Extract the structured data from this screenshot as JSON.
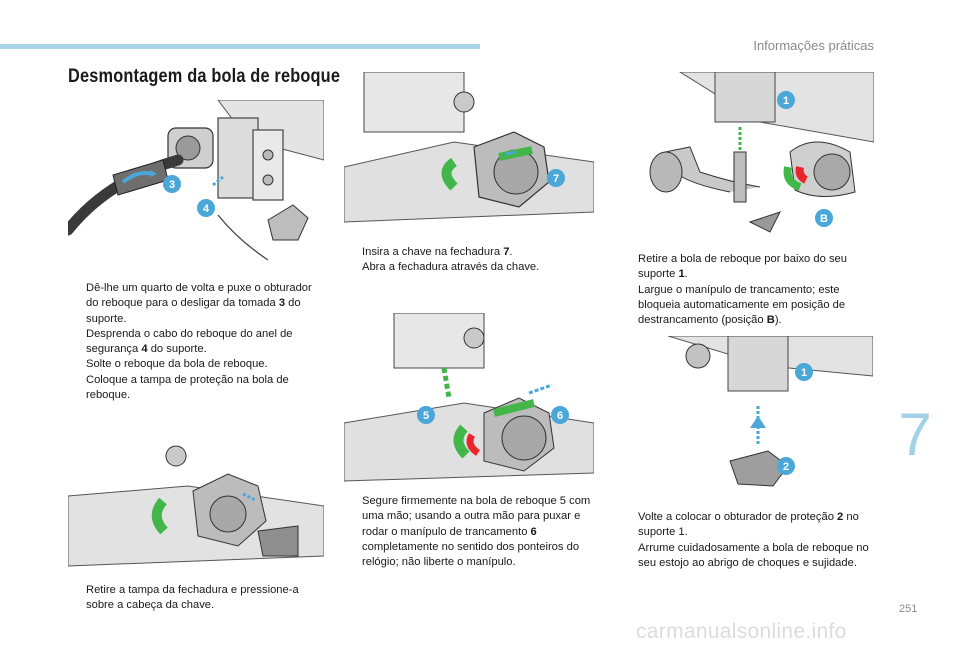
{
  "header": {
    "section_label": "Informações práticas"
  },
  "title": "Desmontagem da bola de reboque",
  "figures": {
    "fig1": {
      "badges": [
        "3",
        "4"
      ]
    },
    "fig2": {
      "badges": [
        "7"
      ]
    },
    "fig3": {
      "badges": [
        "1",
        "B"
      ]
    },
    "fig4": {
      "badges": [
        "5",
        "6"
      ]
    },
    "fig5": {
      "badges": [
        "1",
        "2"
      ]
    }
  },
  "colors": {
    "accent_blue": "#4aa7d8",
    "arrow_green": "#42b649",
    "arrow_red": "#e8252a",
    "chapter_blue": "#a3d2e8"
  },
  "steps": {
    "block1": [
      {
        "text": "Dê-lhe um quarto de volta e puxe o obturador do reboque para o desligar da tomada ",
        "bold": "3",
        "after": " do suporte."
      },
      {
        "text": "Desprenda o cabo do reboque do anel de segurança ",
        "bold": "4",
        "after": " do suporte."
      },
      {
        "text": "Solte o reboque da bola de reboque.",
        "bold": "",
        "after": ""
      },
      {
        "text": "Coloque a tampa de proteção na bola de reboque.",
        "bold": "",
        "after": ""
      }
    ],
    "block2": [
      {
        "text": "Retire a tampa da fechadura e pressione-a sobre a cabeça da chave.",
        "bold": "",
        "after": ""
      }
    ],
    "block3": [
      {
        "text": "Insira a chave na fechadura ",
        "bold": "7",
        "after": "."
      },
      {
        "text": "Abra a fechadura através da chave.",
        "bold": "",
        "after": ""
      }
    ],
    "block4": [
      {
        "text": "Segure firmemente na bola de reboque 5 com uma mão; usando a outra mão para puxar e rodar o manípulo de trancamento ",
        "bold": "6",
        "after": " completamente no sentido dos ponteiros do relógio; não liberte o manípulo."
      }
    ],
    "block5": [
      {
        "text": "Retire a bola de reboque por baixo do seu suporte ",
        "bold": "1",
        "after": "."
      },
      {
        "text": "Largue o manípulo de trancamento; este bloqueia automaticamente em posição de destrancamento (posição ",
        "bold": "B",
        "after": ")."
      }
    ],
    "block6": [
      {
        "text": "Volte a colocar o obturador de proteção ",
        "bold": "2",
        "after": " no suporte 1."
      },
      {
        "text": "Arrume cuidadosamente a bola de reboque no seu estojo ao abrigo de choques e sujidade.",
        "bold": "",
        "after": ""
      }
    ]
  },
  "bullet_symbol": "",
  "chapter_number": "7",
  "page_number": "251",
  "watermark": "carmanualsonline.info"
}
